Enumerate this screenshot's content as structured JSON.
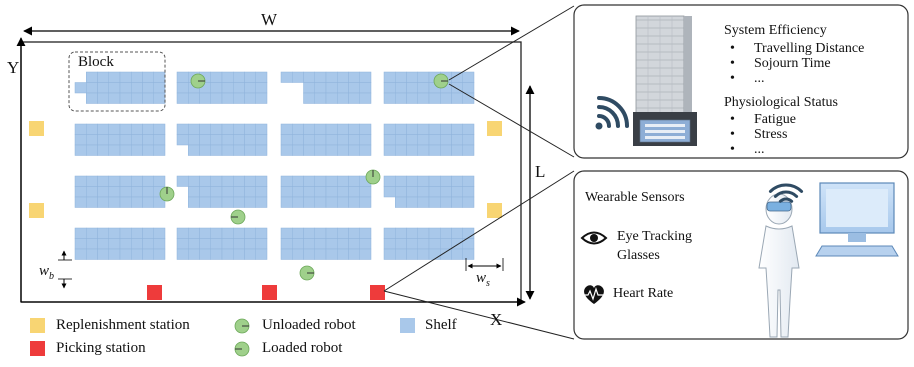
{
  "diagram": {
    "dimension_w": "W",
    "dimension_l": "L",
    "axis_x": "X",
    "axis_y": "Y",
    "block_label": "Block",
    "wb_main": "w",
    "wb_sub": "b",
    "ws_main": "w",
    "ws_sub": "s"
  },
  "legend": {
    "replenishment": "Replenishment station",
    "picking": "Picking station",
    "unloaded": "Unloaded robot",
    "loaded": "Loaded robot",
    "shelf": "Shelf"
  },
  "system_panel": {
    "efficiency_title": "System Efficiency",
    "efficiency_items": [
      "Travelling Distance",
      "Sojourn Time",
      "..."
    ],
    "physio_title": "Physiological Status",
    "physio_items": [
      "Fatigue",
      "Stress",
      "..."
    ]
  },
  "wearable_panel": {
    "title": "Wearable Sensors",
    "eye_tracking_line1": "Eye Tracking",
    "eye_tracking_line2": "Glasses",
    "heart_rate": "Heart Rate"
  },
  "colors": {
    "shelf": "#a9c8ea",
    "shelf_border": "#8fb3dc",
    "robot": "#9fd08b",
    "robot_border": "#6da85a",
    "replenishment": "#f8d573",
    "picking": "#ee3b3b"
  },
  "icons": [
    "wifi-icon",
    "eye-icon",
    "heart-rate-icon",
    "computer-icon",
    "person-icon",
    "server-rack-icon"
  ]
}
